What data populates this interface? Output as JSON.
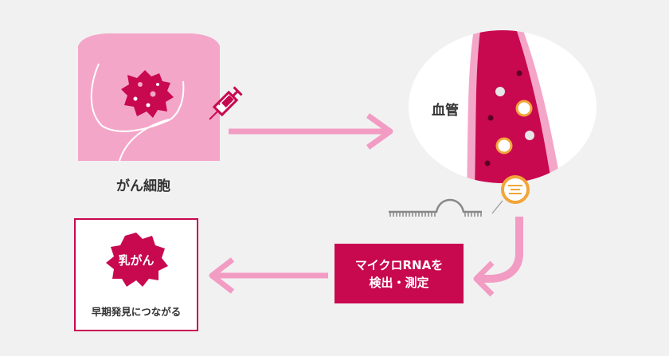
{
  "labels": {
    "cancer_cell": "がん細胞",
    "blood_vessel": "血管",
    "detect_line1": "マイクロRNAを",
    "detect_line2": "検出・測定",
    "breast_cancer": "乳がん",
    "early_detection": "早期発見につながる"
  },
  "colors": {
    "background": "#f1f1f1",
    "body_pink": "#f4a6c8",
    "arrow_pink": "#f29cc4",
    "accent_crimson": "#c8084f",
    "exosome_orange": "#f2a53a"
  },
  "icons": [
    "torso-icon",
    "cancer-cell-icon",
    "syringe-icon",
    "blood-vessel-icon",
    "exosome-icon",
    "microrna-strand-icon",
    "breast-cancer-blob-icon"
  ]
}
